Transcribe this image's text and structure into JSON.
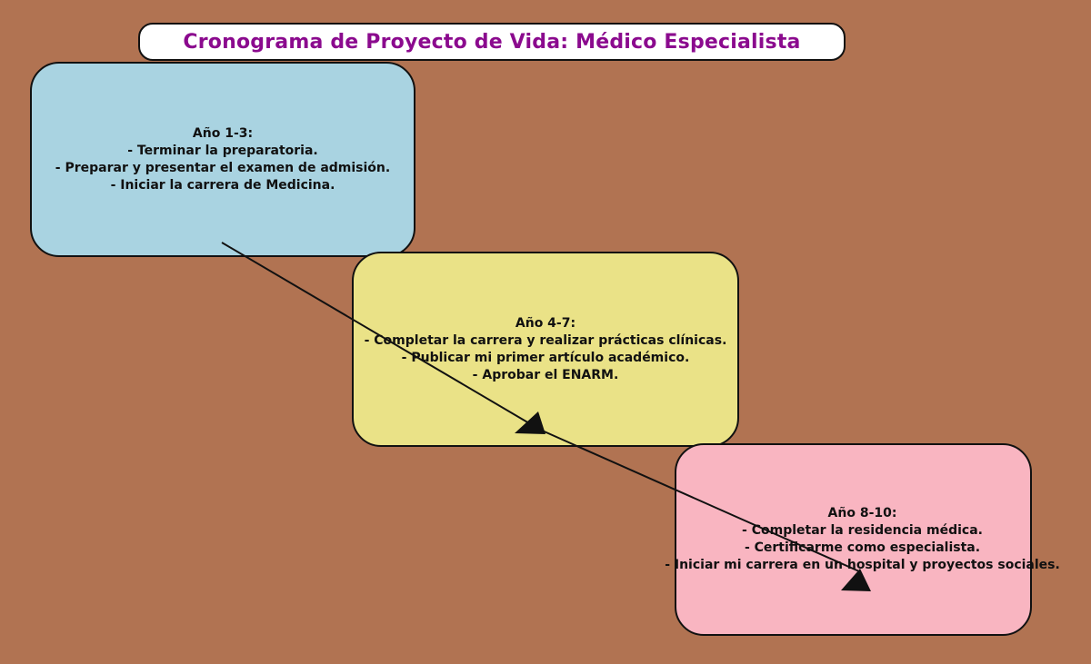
{
  "page": {
    "background_color": "#B17352",
    "arrow_color": "#111111"
  },
  "title": {
    "text": "Cronograma de Proyecto de Vida: Médico Especialista",
    "text_color": "#8B0A8E",
    "box_color": "#FFFFFF"
  },
  "stages": [
    {
      "heading": "Año 1-3:",
      "items": [
        "- Terminar la preparatoria.",
        "- Preparar y presentar el examen de admisión.",
        "- Iniciar la carrera de Medicina."
      ],
      "box_color": "#A9D3E1",
      "text_color": "#111111"
    },
    {
      "heading": "Año 4-7:",
      "items": [
        "- Completar la carrera y realizar prácticas clínicas.",
        "- Publicar mi primer artículo académico.",
        "- Aprobar el ENARM."
      ],
      "box_color": "#EAE287",
      "text_color": "#111111"
    },
    {
      "heading": "Año 8-10:",
      "items": [
        "- Completar la residencia médica.",
        "- Certificarme como especialista.",
        "- Iniciar mi carrera en un hospital y proyectos sociales."
      ],
      "box_color": "#F9B5C1",
      "text_color": "#111111"
    }
  ],
  "connectors": [
    {
      "from": "Año 1-3",
      "to": "Año 4-7"
    },
    {
      "from": "Año 4-7",
      "to": "Año 8-10"
    }
  ]
}
